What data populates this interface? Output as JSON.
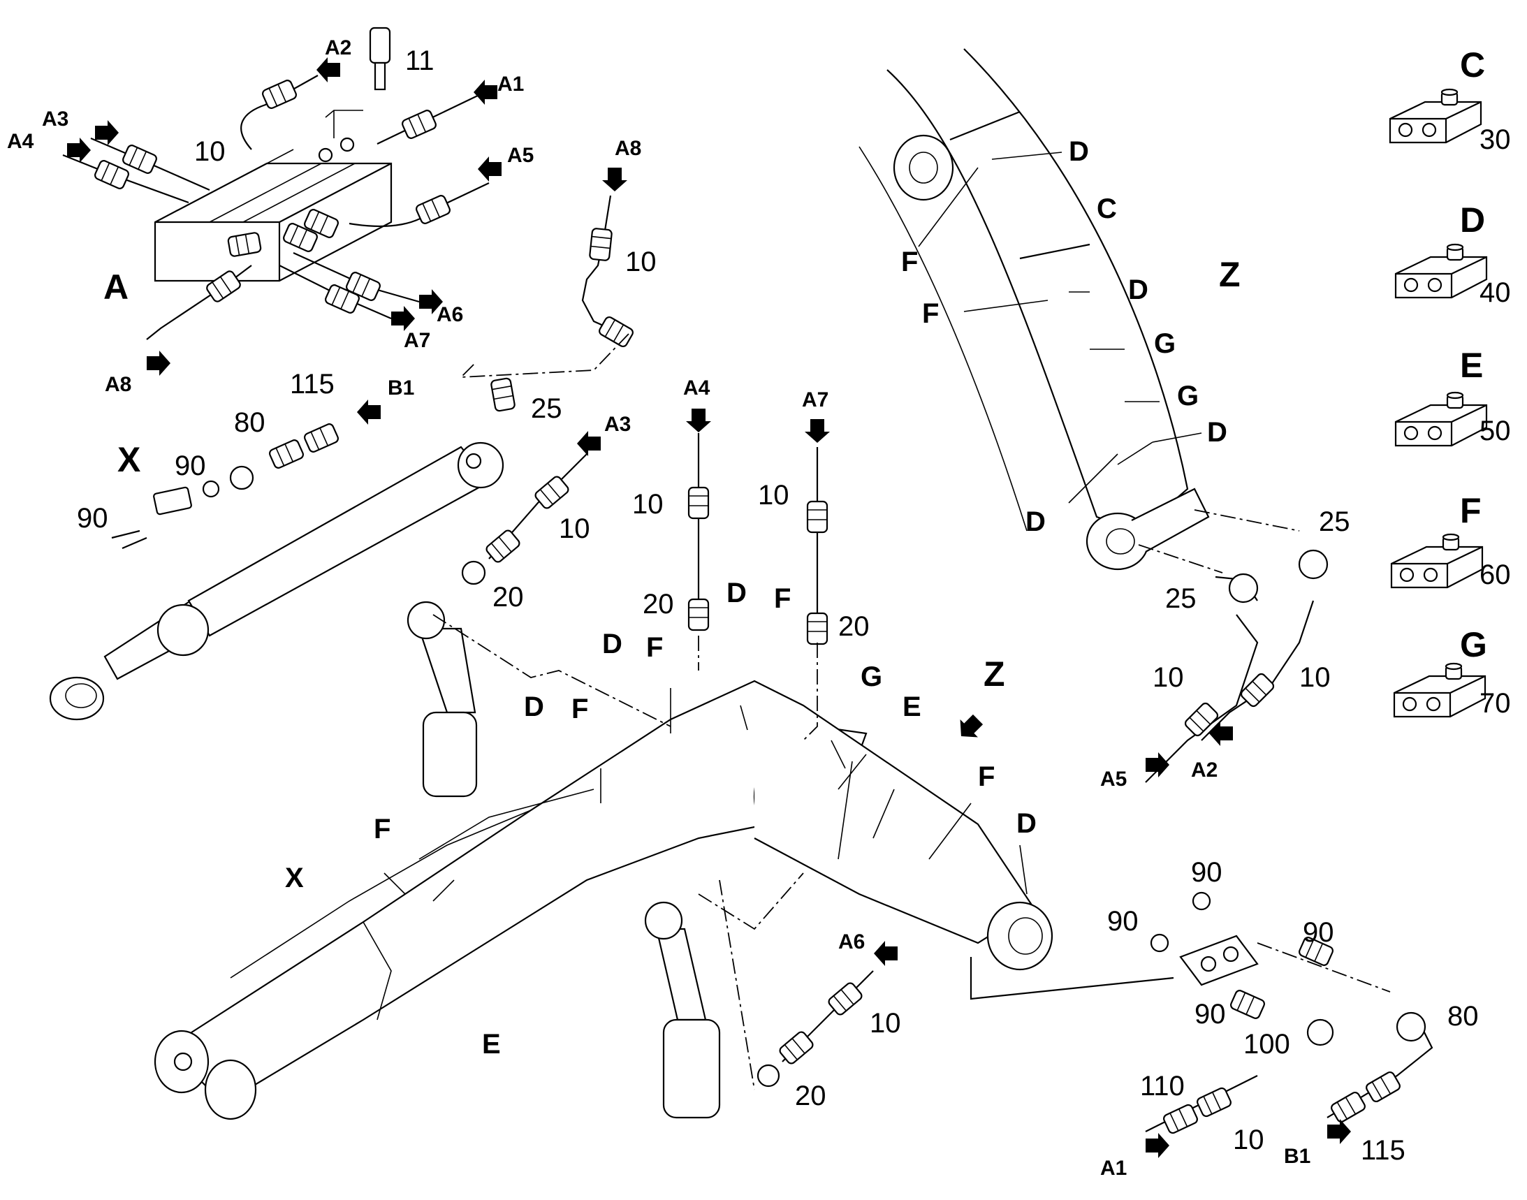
{
  "views": {
    "A": "A",
    "X": "X",
    "Z": "Z",
    "Z2": "Z",
    "C": "C",
    "D": "D",
    "E": "E",
    "F": "F",
    "G": "G"
  },
  "ports": {
    "A1": "A1",
    "A2": "A2",
    "A3": "A3",
    "A4": "A4",
    "A5": "A5",
    "A6": "A6",
    "A7": "A7",
    "A8": "A8",
    "B1": "B1"
  },
  "parts": {
    "p10": "10",
    "p11": "11",
    "p20": "20",
    "p25": "25",
    "p30": "30",
    "p40": "40",
    "p50": "50",
    "p60": "60",
    "p70": "70",
    "p80": "80",
    "p90": "90",
    "p100": "100",
    "p110": "110",
    "p115": "115"
  },
  "clamp_legend": [
    {
      "letter": "C",
      "part": "30"
    },
    {
      "letter": "D",
      "part": "40"
    },
    {
      "letter": "E",
      "part": "50"
    },
    {
      "letter": "F",
      "part": "60"
    },
    {
      "letter": "G",
      "part": "70"
    }
  ]
}
